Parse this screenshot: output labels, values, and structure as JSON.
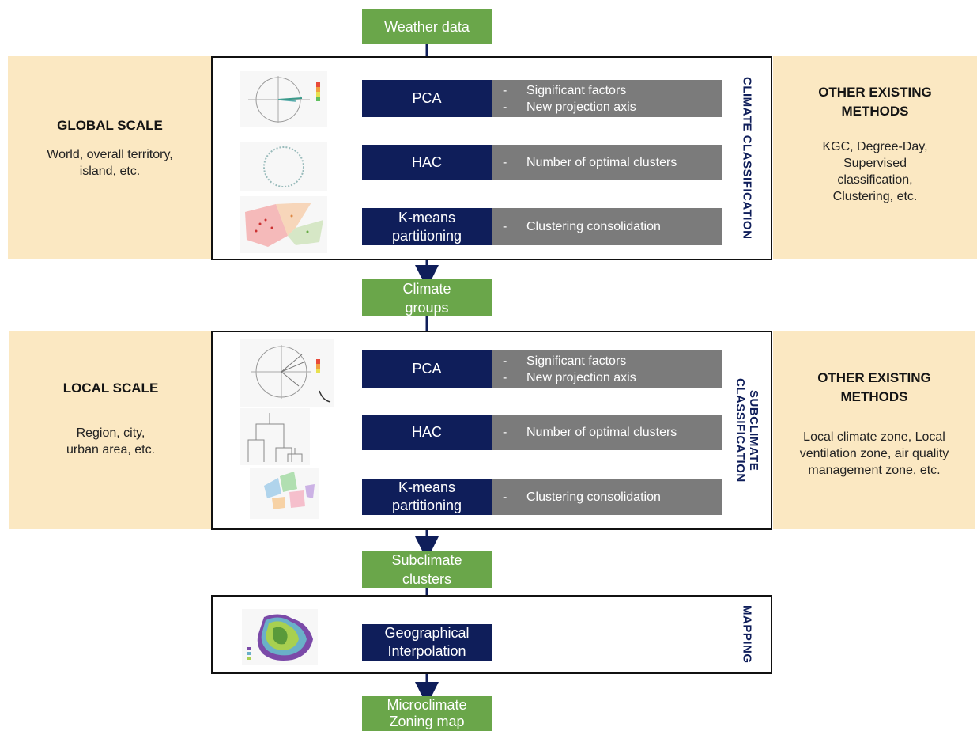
{
  "top_input": "Weather data",
  "global_panel": {
    "title": "GLOBAL SCALE",
    "description": "World, overall territory, island, etc."
  },
  "global_other": {
    "title": "OTHER EXISTING METHODS",
    "description": "KGC, Degree-Day, Supervised classification, Clustering, etc."
  },
  "climate_block": {
    "label": "CLIMATE CLASSIFICATION",
    "steps": [
      {
        "name": "PCA",
        "details": [
          "Significant factors",
          "New projection axis"
        ]
      },
      {
        "name": "HAC",
        "details": [
          "Number of optimal clusters"
        ]
      },
      {
        "name_lines": [
          "K-means",
          "partitioning"
        ],
        "details": [
          "Clustering consolidation"
        ]
      }
    ]
  },
  "climate_groups": [
    "Climate",
    "groups"
  ],
  "local_panel": {
    "title": "LOCAL SCALE",
    "description": [
      "Region, city,",
      "urban area, etc."
    ]
  },
  "local_other": {
    "title": "OTHER EXISTING METHODS",
    "description": "Local climate zone, Local ventilation zone, air quality management zone, etc."
  },
  "subclimate_block": {
    "label": "SUBCLIMATE CLASSIFICATION",
    "steps": [
      {
        "name": "PCA",
        "details": [
          "Significant factors",
          "New projection axis"
        ]
      },
      {
        "name": "HAC",
        "details": [
          "Number of optimal clusters"
        ]
      },
      {
        "name_lines": [
          "K-means",
          "partitioning"
        ],
        "details": [
          "Clustering consolidation"
        ]
      }
    ]
  },
  "subclimate_clusters": [
    "Subclimate",
    "clusters"
  ],
  "mapping_block": {
    "label": "MAPPING",
    "step_lines": [
      "Geographical",
      "Interpolation"
    ]
  },
  "final_output": [
    "Microclimate",
    "Zoning map"
  ],
  "colors": {
    "green": "#6aa64a",
    "navy": "#0f1e5a",
    "gray": "#7b7b7b",
    "panel": "#fbe8c2"
  }
}
